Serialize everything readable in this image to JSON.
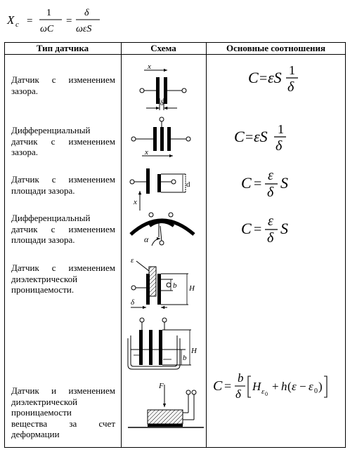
{
  "formula_top": {
    "lhs": "X",
    "lhs_sub": "c",
    "eq": "=",
    "num1": "1",
    "den1": "ωC",
    "num2": "δ",
    "den2": "ωεS"
  },
  "table": {
    "headers": [
      "Тип датчика",
      "Схема",
      "Основные соотношения"
    ],
    "rows": [
      {
        "type_lines": [
          "Датчик с изменением",
          "зазора."
        ],
        "formula": "C=εS·1/δ"
      },
      {
        "type_lines": [
          "Дифференциальный",
          "датчик с изменением",
          "зазора."
        ],
        "formula": "C=εS·1/δ"
      },
      {
        "type_lines": [
          "Датчик с изменением",
          "площади зазора."
        ],
        "formula": "C=ε/δ·S"
      },
      {
        "type_lines": [
          "Дифференциальный",
          "датчик с изменением",
          "площади зазора."
        ],
        "formula": "C=ε/δ·S"
      },
      {
        "type_lines": [
          "Датчик с изменением",
          "диэлектрической",
          "проницаемости."
        ],
        "formula": ""
      },
      {
        "type_lines": [
          "Датчик и изменением",
          "диэлектрической",
          "проницаемости",
          "вещества за счет",
          "деформации"
        ],
        "formula": "C=b/δ[H_ε0 + h(ε − ε0)]"
      }
    ]
  },
  "labels": {
    "x": "x",
    "delta": "δ",
    "d": "d",
    "alpha": "α",
    "epsilon": "ε",
    "b": "b",
    "H": "H",
    "F": "F",
    "C": "C",
    "eq": "=",
    "epsS": "εS",
    "one": "1",
    "S": "S",
    "H_eps": "H",
    "eps0": "ε",
    "zero": "0",
    "h": "h",
    "open_paren": "(",
    "close_paren": ")",
    "minus": "−",
    "plus": "+"
  }
}
